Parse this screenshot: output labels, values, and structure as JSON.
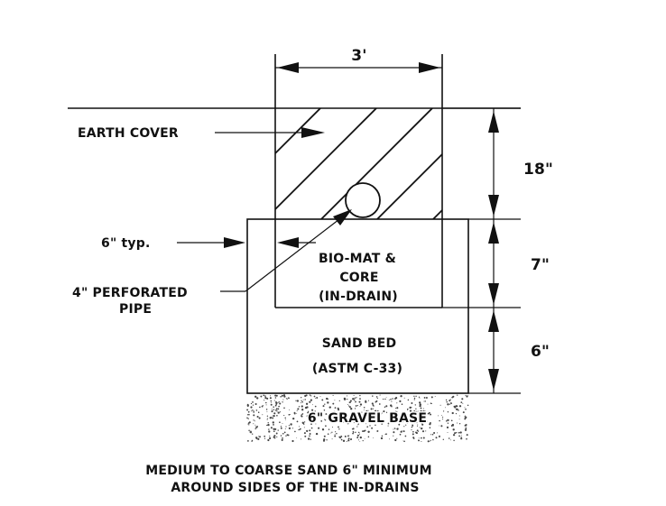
{
  "diagram": {
    "dimensions": {
      "width": "3'",
      "earth_cover_depth": "18\"",
      "in_drain_depth": "7\"",
      "sand_bed_depth": "6\""
    },
    "labels": {
      "earth_cover": "EARTH COVER",
      "side_clearance": "6\" typ.",
      "pipe_line1": "4\" PERFORATED",
      "pipe_line2": "PIPE",
      "in_drain_line1": "BIO-MAT &",
      "in_drain_line2": "CORE",
      "in_drain_line3": "(IN-DRAIN)",
      "sand_bed_line1": "SAND BED",
      "sand_bed_line2": "(ASTM C-33)",
      "gravel_base": "6\" GRAVEL BASE"
    },
    "note": {
      "line1": "MEDIUM TO COARSE SAND  6\" MINIMUM",
      "line2": "AROUND SIDES OF THE IN-DRAINS"
    }
  }
}
